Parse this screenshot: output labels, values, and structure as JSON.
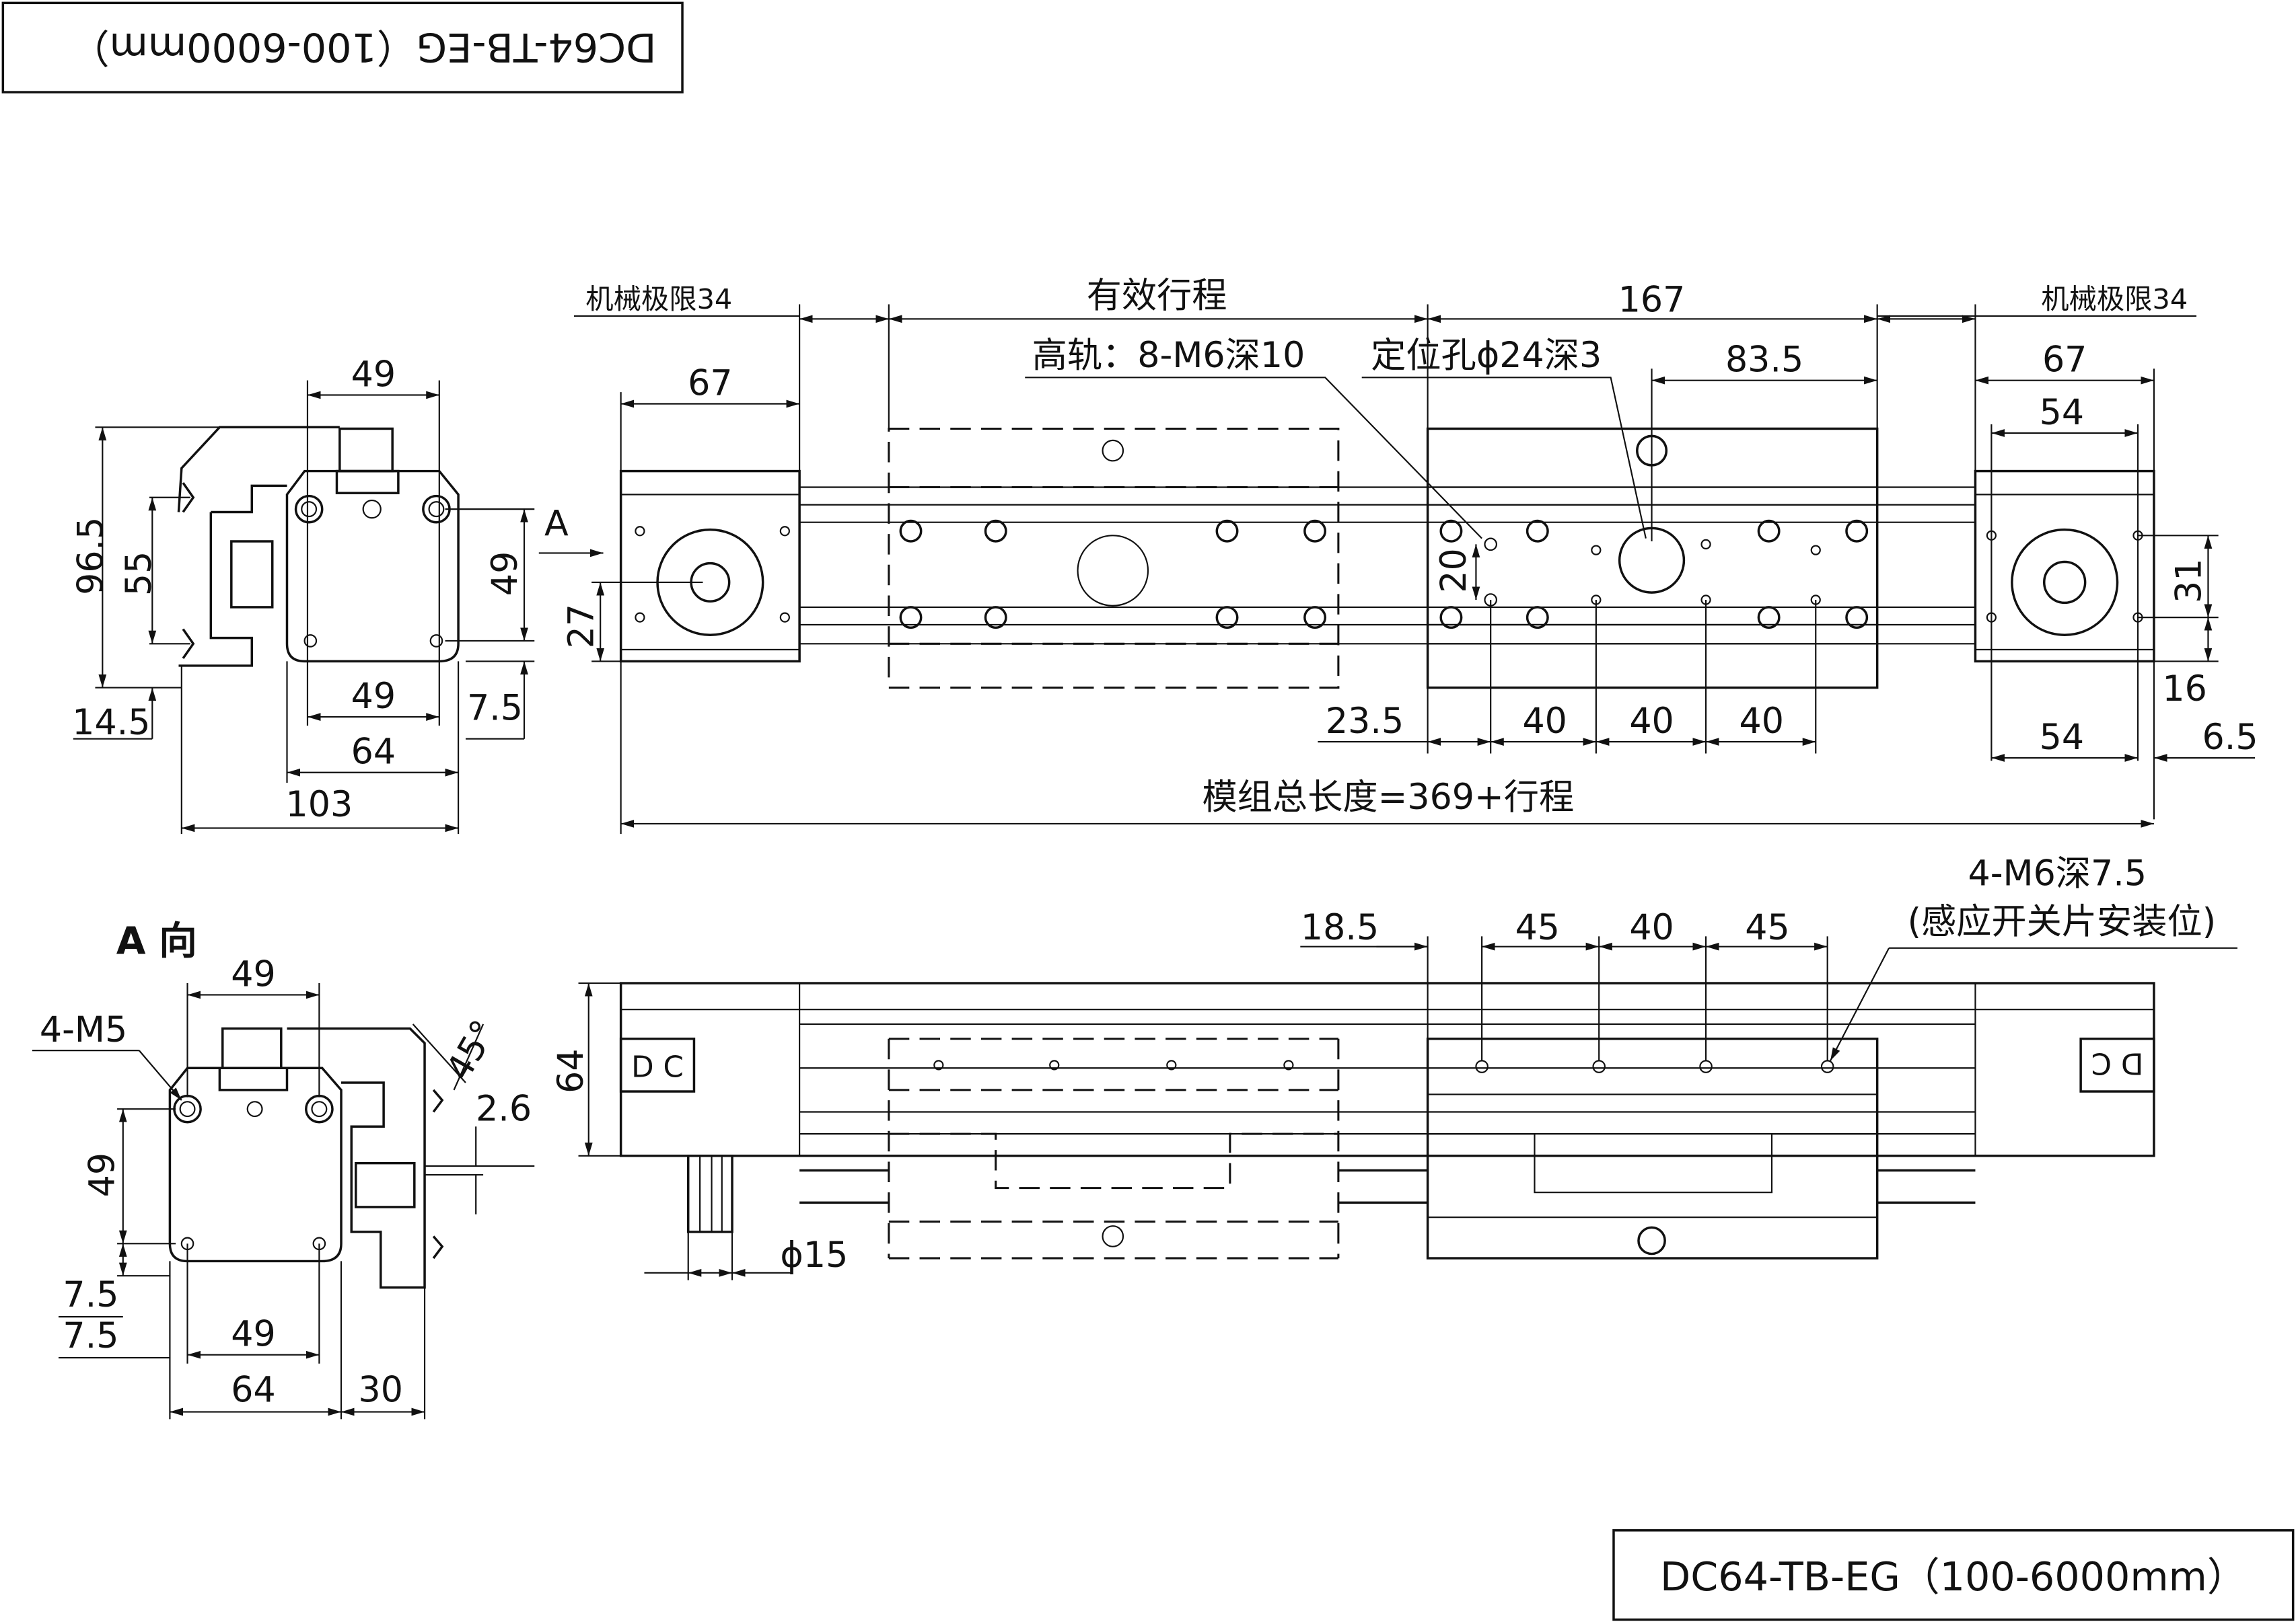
{
  "title_block_top": "DC64-TB-EG（100-6000mm）",
  "title_block_bottom": "DC64-TB-EG（100-6000mm）",
  "end_view": {
    "dim_top_49": "49",
    "dim_96_5": "96.5",
    "dim_55": "55",
    "dim_right_49": "49",
    "view_arrow_label": "A",
    "dim_14_5": "14.5",
    "dim_bottom_49": "49",
    "dim_7_5": "7.5",
    "dim_64": "64",
    "dim_103": "103"
  },
  "top_view": {
    "mech_limit_left": "机械极限34",
    "effective_stroke": "有效行程",
    "dim_167": "167",
    "mech_limit_right": "机械极限34",
    "dim_67_left": "67",
    "high_rail_note": "高轨：8-M6深10",
    "locating_hole_note": "定位孔ϕ24深3",
    "dim_83_5": "83.5",
    "dim_67_right": "67",
    "dim_54_top": "54",
    "dim_20": "20",
    "dim_27": "27",
    "dim_31": "31",
    "dim_16": "16",
    "dim_23_5": "23.5",
    "dim_40_a": "40",
    "dim_40_b": "40",
    "dim_40_c": "40",
    "dim_54_bottom": "54",
    "dim_6_5": "6.5",
    "total_length": "模组总长度=369+行程"
  },
  "a_view": {
    "title": "A 向",
    "dim_49_top": "49",
    "hole_note": "4-M5",
    "angle": "45°",
    "dim_2_6": "2.6",
    "dim_49_vert": "49",
    "dim_7_5_a": "7.5",
    "dim_7_5_b": "7.5",
    "dim_49_bottom": "49",
    "dim_64": "64",
    "dim_30": "30"
  },
  "side_view": {
    "dim_64": "64",
    "dim_18_5": "18.5",
    "dim_45_a": "45",
    "dim_40": "40",
    "dim_45_b": "45",
    "switch_note_1": "4-M6深7.5",
    "switch_note_2": "(感应开关片安装位)",
    "shaft_dia": "ϕ15",
    "logo_left": "D C",
    "logo_right": "D C"
  }
}
